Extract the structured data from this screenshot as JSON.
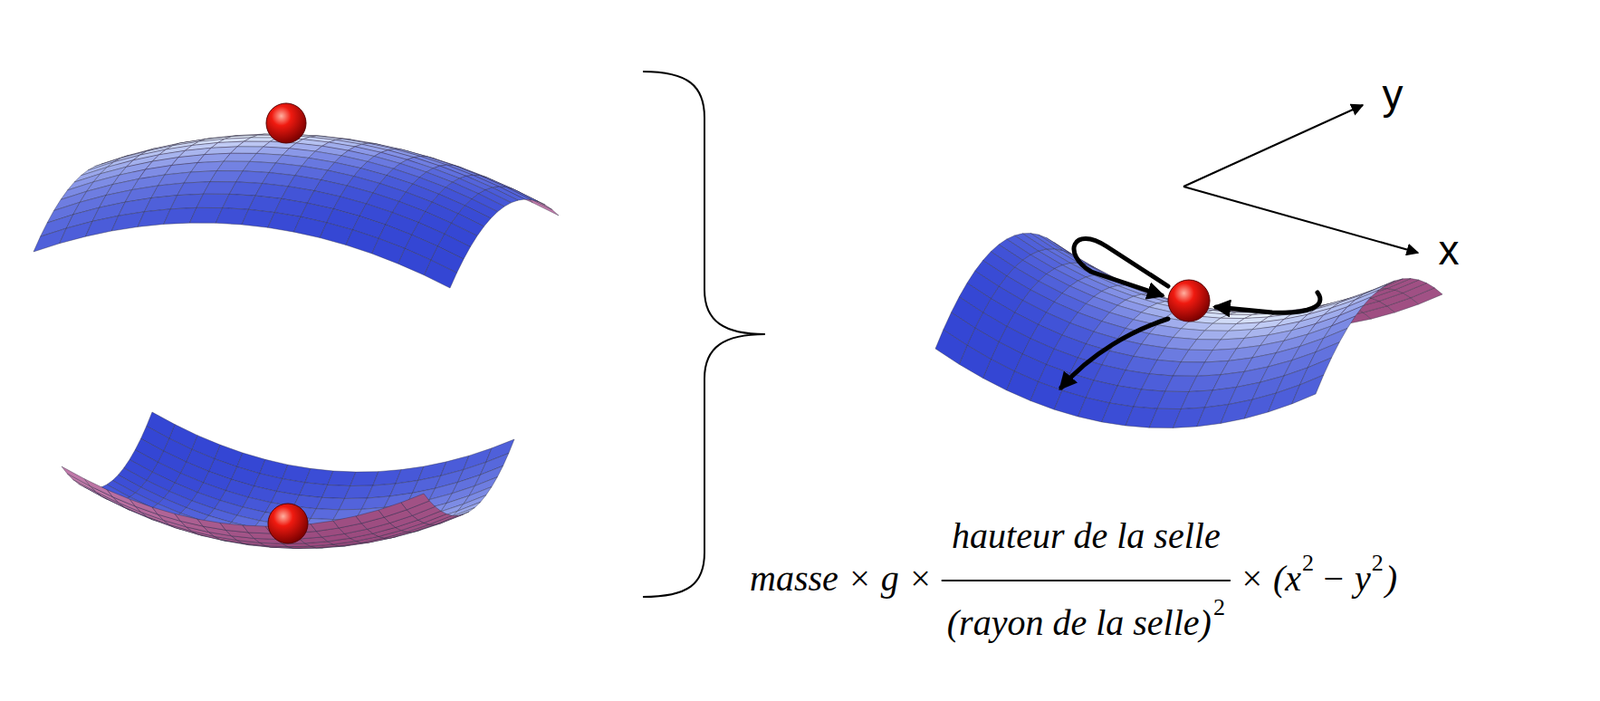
{
  "diagram": {
    "labels": [
      "y",
      "x",
      "masse × g ×",
      "hauteur de la selle",
      "(rayon de la selle)",
      "2",
      "× (x",
      "2",
      "− y",
      "2",
      ")"
    ]
  }
}
